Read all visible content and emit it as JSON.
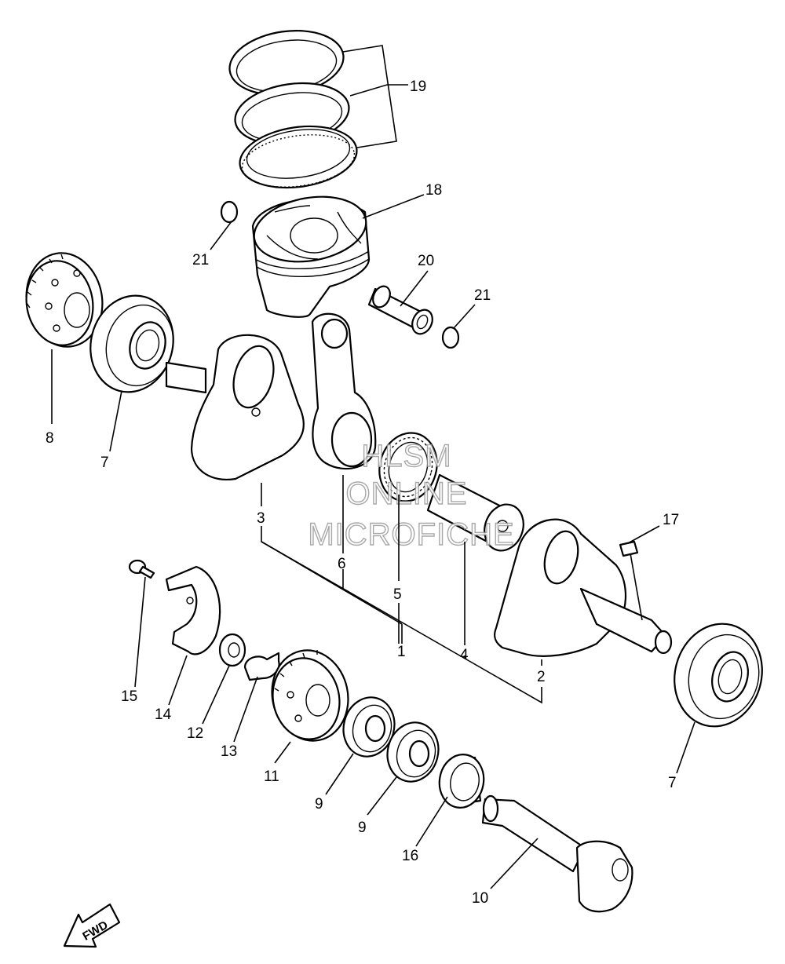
{
  "watermark": {
    "line1": "HLSM",
    "line2": "ONLINE",
    "line3": "MICROFICHE"
  },
  "fwd_label": "FWD",
  "callouts": {
    "c1": "1",
    "c2": "2",
    "c3": "3",
    "c4": "4",
    "c5": "5",
    "c6": "6",
    "c7a": "7",
    "c7b": "7",
    "c8": "8",
    "c9a": "9",
    "c9b": "9",
    "c10": "10",
    "c11": "11",
    "c12": "12",
    "c13": "13",
    "c14": "14",
    "c15": "15",
    "c16": "16",
    "c17": "17",
    "c18": "18",
    "c19": "19",
    "c20": "20",
    "c21a": "21",
    "c21b": "21"
  }
}
